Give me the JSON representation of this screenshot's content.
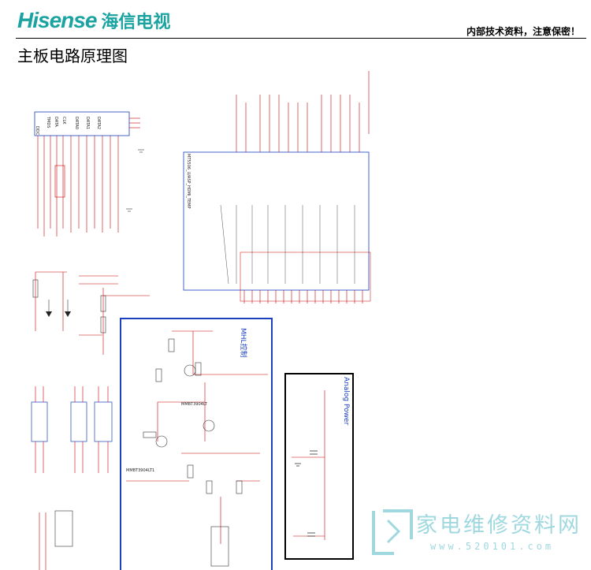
{
  "header": {
    "logo_en": "Hisense",
    "logo_cn": "海信电视",
    "confidential": "内部技术资料，注意保密！"
  },
  "page": {
    "title": "主板电路原理图"
  },
  "schematic": {
    "mhl_box_label": "MHL控制",
    "analog_box_label": "Analog Power",
    "transistor_labels": [
      "MMBT3904LT",
      "MMBT3904LT1"
    ],
    "chip_label": "MT5506_U/ASP_HDMI_TEMP"
  },
  "watermark": {
    "cn": "家电维修资料网",
    "url": "www.520101.com"
  },
  "colors": {
    "brand": "#1aa3a0",
    "wire": "#c00000",
    "box_blue": "#1a3fbf",
    "watermark": "#9fd8df"
  }
}
